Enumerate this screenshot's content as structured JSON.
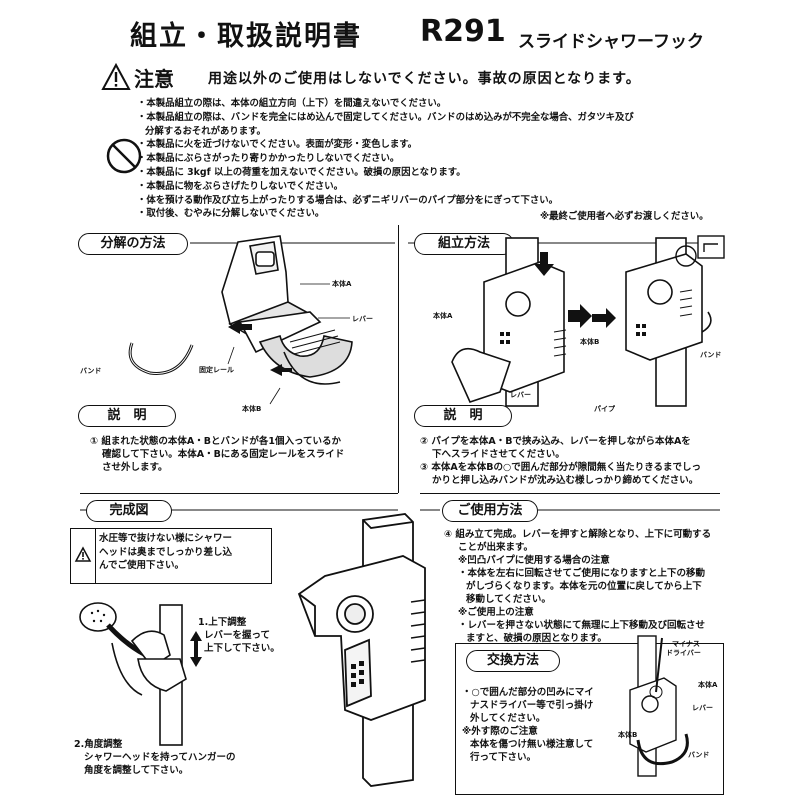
{
  "header": {
    "title": "組立・取扱説明書",
    "model": "R291",
    "product": "スライドシャワーフック"
  },
  "warning": {
    "word": "注意",
    "text": "用途以外のご使用はしないでください。事故の原因となります。",
    "items": [
      "・本製品組立の際は、本体の組立方向（上下）を間違えないでください。",
      "・本製品組立の際は、バンドを完全にはめ込んで固定してください。バンドのはめ込みが不完全な場合、ガタツキ及び",
      "分解するおそれがあります。",
      "・本製品に火を近づけないでください。表面が変形・変色します。",
      "・本製品にぶらさがったり寄りかかったりしないでください。",
      "・本製品に 3kgf 以上の荷重を加えないでください。破損の原因となります。",
      "・本製品に物をぶらさげたりしないでください。",
      "・体を預ける動作及び立ち上がったりする場合は、必ずニギリバーのパイプ部分をにぎって下さい。",
      "・取付後、むやみに分解しないでください。"
    ],
    "note": "※最終ご使用者へ必ずお渡しください。"
  },
  "disassembly": {
    "heading": "分解の方法",
    "labels": {
      "body_a": "本体A",
      "lever": "レバー",
      "band": "バンド",
      "rail": "固定レール",
      "body_b": "本体B"
    },
    "explain_heading": "説　明",
    "explain_lines": [
      "① 組まれた状態の本体A・Bとバンドが各1個入っているか",
      "確認して下さい。本体A・Bにある固定レールをスライド",
      "させ外します。"
    ]
  },
  "assembly": {
    "heading": "組立方法",
    "labels": {
      "body_a": "本体A",
      "body_b": "本体B",
      "lever": "レバー",
      "pipe": "パイプ",
      "band": "バンド"
    },
    "explain_heading": "説　明",
    "explain_lines": [
      "② パイプを本体A・Bで挟み込み、レバーを押しながら本体Aを",
      "下へスライドさせてください。",
      "③ 本体Aを本体Bの○で囲んだ部分が隙間無く当たりきるまでしっ",
      "かりと押し込みバンドが沈み込む様しっかり締めてください。"
    ]
  },
  "completed": {
    "heading": "完成図",
    "warn_lines": [
      "水圧等で抜けない様にシャワー",
      "ヘッドは奥までしっかり差し込",
      "んでご使用下さい。"
    ],
    "step1_lines": [
      "1.上下調整",
      "レバーを握って",
      "上下して下さい。"
    ],
    "step2_lines": [
      "2.角度調整",
      "シャワーヘッドを持ってハンガーの",
      "角度を調整して下さい。"
    ]
  },
  "usage": {
    "heading": "ご使用方法",
    "lines": [
      "④ 組み立て完成。レバーを押すと解除となり、上下に可動する",
      "ことが出来ます。",
      "※凹凸パイプに使用する場合の注意",
      "・本体を左右に回転させてご使用になりますと上下の移動",
      "がしづらくなります。本体を元の位置に戻してから上下",
      "移動してください。",
      "※ご使用上の注意",
      "・レバーを押さない状態にて無理に上下移動及び回転させ",
      "ますと、破損の原因となります。"
    ]
  },
  "replacement": {
    "heading": "交換方法",
    "lines": [
      "・○で囲んだ部分の凹みにマイ",
      "ナスドライバー等で引っ掛け",
      "外してください。",
      "※外す際のご注意",
      "本体を傷つけ無い様注意して",
      "行って下さい。"
    ],
    "labels": {
      "driver": "マイナス",
      "driver2": "ドライバー",
      "body_a": "本体A",
      "lever": "レバー",
      "body_b": "本体B",
      "band": "バンド"
    }
  }
}
